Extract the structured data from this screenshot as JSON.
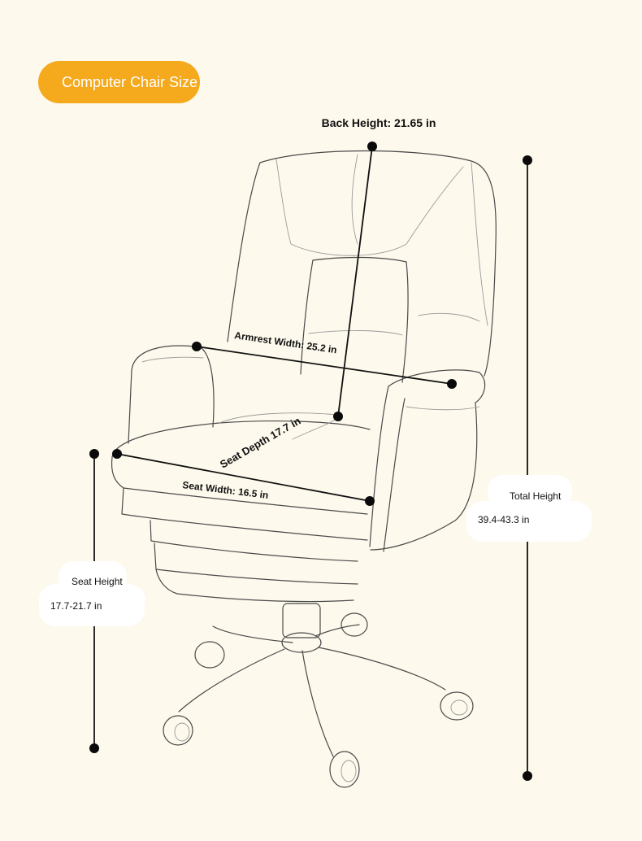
{
  "badge": {
    "label": "Computer Chair Size",
    "color": "#f5a91c"
  },
  "dimensions": {
    "back_height": "Back Height: 21.65 in",
    "armrest_width": "Armrest Width: 25.2 in",
    "seat_depth": "Seat Depth 17.7 in",
    "seat_width": "Seat Width: 16.5 in",
    "total_height": {
      "label": "Total Height",
      "value": "39.4-43.3 in"
    },
    "seat_height": {
      "label": "Seat Height",
      "value": "17.7-21.7 in"
    }
  },
  "colors": {
    "background": "#fdf9ec",
    "measure_line": "#111111",
    "chair_outline": "#4a4a4a"
  }
}
